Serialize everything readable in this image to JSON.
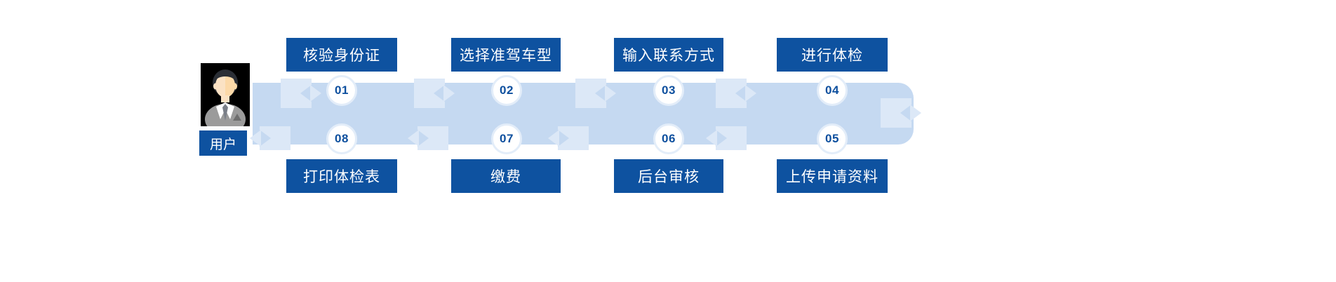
{
  "diagram": {
    "title_present": false,
    "actor": {
      "avatar_icon": "user-avatar-icon",
      "label": "用户"
    },
    "colors": {
      "box_blue": "#0e52a0",
      "band_blue": "#c5d9f1",
      "arrow_blue": "#dce8f7",
      "circle_border": "#e3edf9",
      "number_text": "#0d4f9e",
      "box_text": "#ffffff",
      "background": "#ffffff"
    },
    "top_row": [
      {
        "number": "01",
        "label": "核验身份证"
      },
      {
        "number": "02",
        "label": "选择准驾车型"
      },
      {
        "number": "03",
        "label": "输入联系方式"
      },
      {
        "number": "04",
        "label": "进行体检"
      }
    ],
    "bottom_row": [
      {
        "number": "08",
        "label": "打印体检表"
      },
      {
        "number": "07",
        "label": "缴费"
      },
      {
        "number": "06",
        "label": "后台审核"
      },
      {
        "number": "05",
        "label": "上传申请资料"
      }
    ],
    "flow_direction_top": "left-to-right",
    "flow_direction_bottom": "right-to-left"
  }
}
